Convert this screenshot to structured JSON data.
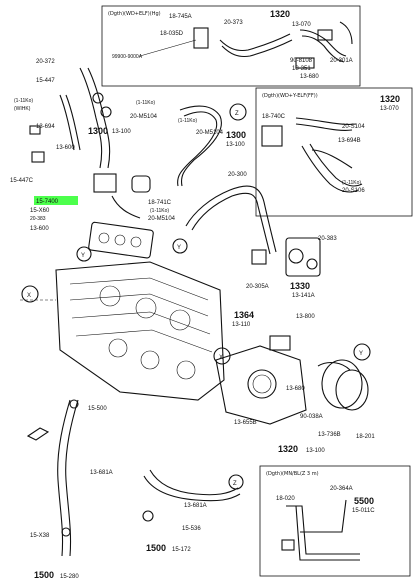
{
  "boxes": {
    "top": {
      "header": "(Dgth)(WD+ELF)(Hg)"
    },
    "right": {
      "header": "(Dgth)(WD+Y-ELF(FF))"
    },
    "bottom": {
      "header": "(Dgth)(MN/BL(Z 3 m)"
    }
  },
  "labels": {
    "l_18745a": "18-745A",
    "l_20373": "20-373",
    "l_1320": "1320",
    "l_13070": "13-070",
    "l_18035d": "18-035D",
    "l_96000a": "99900-9000A",
    "l_20372": "20-372",
    "l_15447": "15-447",
    "l_90108": "90-8108",
    "l_18351": "18-351",
    "l_13680": "13-680",
    "l_20301a": "20-301A",
    "l_m1": "M",
    "l_ko": "(1-11Ko)",
    "l_kh": "(WIHK)",
    "l_20m5104": "20-M5104",
    "l_1300_a": "1300",
    "l_13100_a": "13-100",
    "l_20m5104_b": "20-M5104",
    "l_18740c": "18-740C",
    "l_z1": "Z",
    "l_1320_r": "1320",
    "l_13070_r": "13-070",
    "l_13694": "13-694",
    "l_20s104": "20-S104",
    "l_13694b": "13-694B",
    "l_1300_b": "1300",
    "l_13100_b": "13-100",
    "l_15447c": "15-447C",
    "l_ko2": "(1-11Ko)",
    "l_ko3": "(1-11Ko)",
    "l_13600": "13-600",
    "l_20s106": "20-S106",
    "l_15x60": "15-X60",
    "l_highlight": "15-7400",
    "l_18741c": "18-741C",
    "l_ko4": "(1-11Ko)",
    "l_20m5104_c": "20-M5104",
    "l_20383": "20-383",
    "l_13600_b": "13-600",
    "l_y1": "Y",
    "l_20300": "20-300",
    "l_20305a": "20-305A",
    "l_x1": "X",
    "l_1364": "1364",
    "l_13110": "13-110",
    "l_1330": "1330",
    "l_13141a": "13-141A",
    "l_13800": "13-800",
    "l_y2": "Y",
    "l_x2": "X",
    "l_13655b": "13-655B",
    "l_15500": "15-500",
    "l_13680m": "13-680",
    "l_90038": "90-038A",
    "l_13736b": "13-736B",
    "l_18201": "18-201",
    "l_1320b": "1320",
    "l_13100c": "13-100",
    "l_18020": "18-020",
    "l_20364a": "20-364A",
    "l_5500": "5500",
    "l_15011c": "15-011C",
    "l_13681a": "13-681A",
    "l_15x38": "15-X38",
    "l_15536": "15-536",
    "l_1500a": "1500",
    "l_15172": "15-172",
    "l_1500b": "1500",
    "l_15280": "15-280",
    "l_z2": "Z"
  }
}
